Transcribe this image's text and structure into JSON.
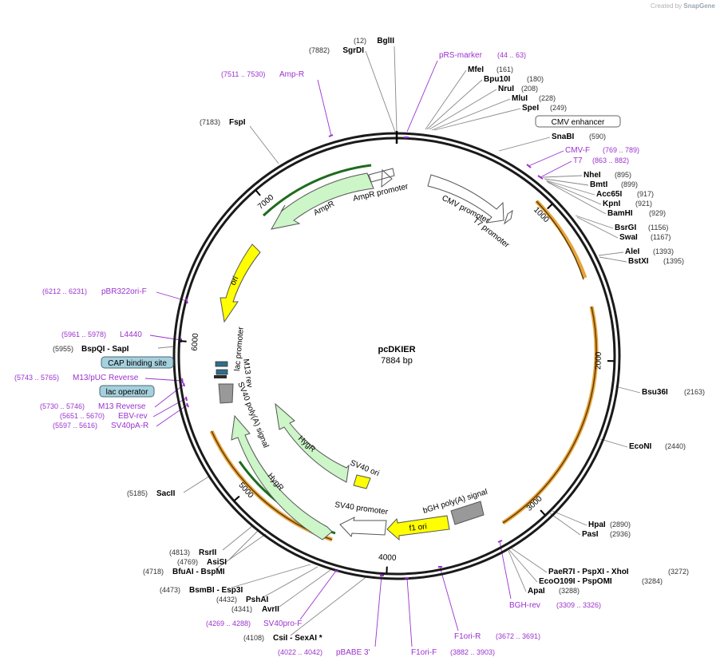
{
  "credit": {
    "prefix": "Created by",
    "brand": "SnapGene"
  },
  "plasmid": {
    "name": "pcDKIER",
    "size": "7884 bp",
    "length": 7884
  },
  "ticks": [
    {
      "pos": 1000,
      "label": "1000"
    },
    {
      "pos": 2000,
      "label": "2000"
    },
    {
      "pos": 3000,
      "label": "3000"
    },
    {
      "pos": 4000,
      "label": "4000"
    },
    {
      "pos": 5000,
      "label": "5000"
    },
    {
      "pos": 6000,
      "label": "6000"
    },
    {
      "pos": 7000,
      "label": "7000"
    }
  ],
  "enzymes": [
    {
      "name": "BglII",
      "pos": "(12)"
    },
    {
      "name": "SgrDI",
      "pos": "(7882)"
    },
    {
      "name": "MfeI",
      "pos": "(161)"
    },
    {
      "name": "Bpu10I",
      "pos": "(180)"
    },
    {
      "name": "NruI",
      "pos": "(208)"
    },
    {
      "name": "MluI",
      "pos": "(228)"
    },
    {
      "name": "SpeI",
      "pos": "(249)"
    },
    {
      "name": "SnaBI",
      "pos": "(590)"
    },
    {
      "name": "NheI",
      "pos": "(895)"
    },
    {
      "name": "BmtI",
      "pos": "(899)"
    },
    {
      "name": "Acc65I",
      "pos": "(917)"
    },
    {
      "name": "KpnI",
      "pos": "(921)"
    },
    {
      "name": "BamHI",
      "pos": "(929)"
    },
    {
      "name": "BsrGI",
      "pos": "(1156)"
    },
    {
      "name": "SwaI",
      "pos": "(1167)"
    },
    {
      "name": "AleI",
      "pos": "(1393)"
    },
    {
      "name": "BstXI",
      "pos": "(1395)"
    },
    {
      "name": "Bsu36I",
      "pos": "(2163)"
    },
    {
      "name": "EcoNI",
      "pos": "(2440)"
    },
    {
      "name": "HpaI",
      "pos": "(2890)"
    },
    {
      "name": "PasI",
      "pos": "(2936)"
    },
    {
      "name": "PaeR7I - PspXI - XhoI",
      "pos": "(3272)"
    },
    {
      "name": "EcoO109I - PspOMI",
      "pos": "(3284)"
    },
    {
      "name": "ApaI",
      "pos": "(3288)"
    },
    {
      "name": "CsiI - SexAI *",
      "pos": "(4108)"
    },
    {
      "name": "AvrII",
      "pos": "(4341)"
    },
    {
      "name": "PshAI",
      "pos": "(4432)"
    },
    {
      "name": "BsmBI - Esp3I",
      "pos": "(4473)"
    },
    {
      "name": "BfuAI - BspMI",
      "pos": "(4718)"
    },
    {
      "name": "AsiSI",
      "pos": "(4769)"
    },
    {
      "name": "RsrII",
      "pos": "(4813)"
    },
    {
      "name": "SacII",
      "pos": "(5185)"
    },
    {
      "name": "BspQI - SapI",
      "pos": "(5955)"
    },
    {
      "name": "FspI",
      "pos": "(7183)"
    }
  ],
  "primers": [
    {
      "name": "pRS-marker",
      "range": "(44 .. 63)"
    },
    {
      "name": "Amp-R",
      "range": "(7511 .. 7530)"
    },
    {
      "name": "CMV-F",
      "range": "(769 .. 789)"
    },
    {
      "name": "T7",
      "range": "(863 .. 882)"
    },
    {
      "name": "pBR322ori-F",
      "range": "(6212 .. 6231)"
    },
    {
      "name": "L4440",
      "range": "(5961 .. 5978)"
    },
    {
      "name": "M13/pUC Reverse",
      "range": "(5743 .. 5765)"
    },
    {
      "name": "M13 Reverse",
      "range": "(5730 .. 5746)"
    },
    {
      "name": "EBV-rev",
      "range": "(5651 .. 5670)"
    },
    {
      "name": "SV40pA-R",
      "range": "(5597 .. 5616)"
    },
    {
      "name": "BGH-rev",
      "range": "(3309 .. 3326)"
    },
    {
      "name": "F1ori-R",
      "range": "(3672 .. 3691)"
    },
    {
      "name": "F1ori-F",
      "range": "(3882 .. 3903)"
    },
    {
      "name": "pBABE 3'",
      "range": "(4022 .. 4042)"
    },
    {
      "name": "SV40pro-F",
      "range": "(4269 .. 4288)"
    }
  ],
  "boxed_features": [
    {
      "name": "CMV enhancer"
    },
    {
      "name": "CAP binding site"
    },
    {
      "name": "lac operator"
    }
  ],
  "features": {
    "amp_promoter": "AmpR promoter",
    "ampr": "AmpR",
    "cmv_promoter": "CMV promoter",
    "t7_promoter": "T7 promoter",
    "ori": "ori",
    "lac_promoter": "lac promoter",
    "m13_rev": "M13 rev",
    "sv40_polya": "SV40 poly(A) signal",
    "hygr_inner": "HygR",
    "sv40_ori": "SV40 ori",
    "hygr_outer": "HygR",
    "sv40_promoter": "SV40 promoter",
    "bgh_polya": "bGH poly(A) signal",
    "f1_ori": "f1 ori"
  },
  "colors": {
    "backbone": "#1a1a1a",
    "enzyme_text": "#000000",
    "position_text": "#333333",
    "primer": "#9a32cd",
    "resistance": "#ccf5c8",
    "ori": "#ffff00",
    "orf_highlight": "#e8a33c",
    "promoter": "#ffffff",
    "terminator": "#999999",
    "boxed": "#a6d0dd"
  }
}
